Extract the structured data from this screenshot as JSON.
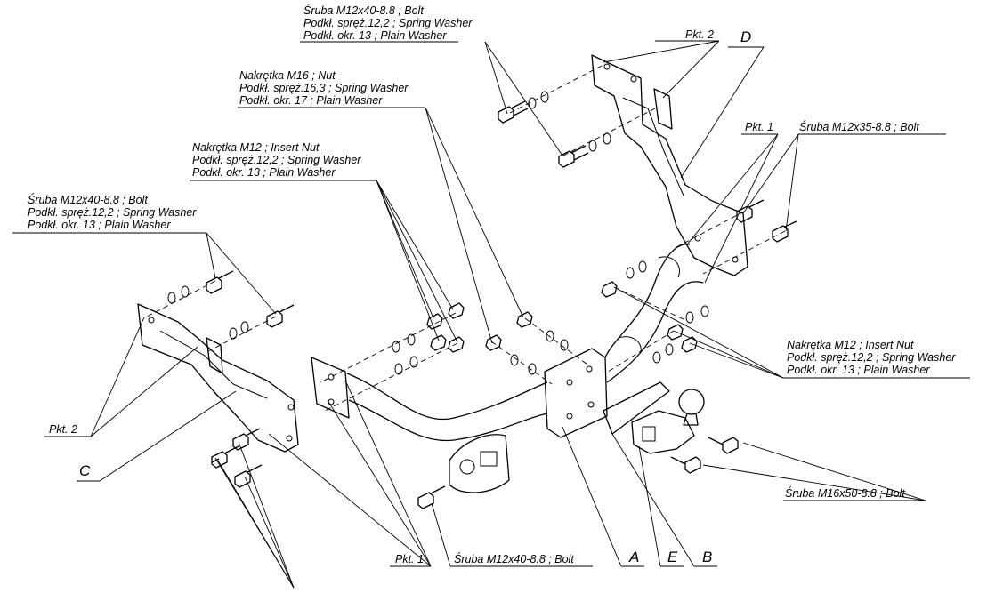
{
  "callouts": {
    "top_bolt_group": [
      "Śruba M12x40-8.8 ;  Bolt",
      "Podkł. spręż.12,2 ; Spring Washer",
      "Podkł. okr. 13 ; Plain Washer"
    ],
    "nut_m16_group": [
      "Nakrętka  M16 ; Nut",
      "Podkł. spręż.16,3 ; Spring Washer",
      "Podkł. okr. 17 ; Plain Washer"
    ],
    "nut_m12_left_group": [
      "Nakrętka  M12 ; Insert Nut",
      "Podkł. spręż.12,2 ; Spring Washer",
      "Podkł. okr. 13 ; Plain Washer"
    ],
    "left_bolt_group": [
      "Śruba M12x40-8.8 ;  Bolt",
      "Podkł. spręż.12,2 ; Spring Washer",
      "Podkł. okr. 13 ; Plain Washer"
    ],
    "nut_m12_right_group": [
      "Nakrętka  M12 ; Insert Nut",
      "Podkł. spręż.12,2 ; Spring Washer",
      "Podkł. okr. 13 ; Plain Washer"
    ],
    "bolt_m12x35": "Śruba M12x35-8.8 ;  Bolt",
    "bolt_m16x50": "Śruba M16x50-8.8 ;  Bolt",
    "bolt_m12x40_bottom": "Śruba M12x40-8.8 ;  Bolt",
    "pkt2_top": "Pkt. 2",
    "pkt1_right": "Pkt. 1",
    "pkt2_left": "Pkt. 2",
    "pkt1_bottom": "Pkt. 1"
  },
  "part_letters": {
    "A": "A",
    "B": "B",
    "C": "C",
    "D": "D",
    "E": "E"
  }
}
